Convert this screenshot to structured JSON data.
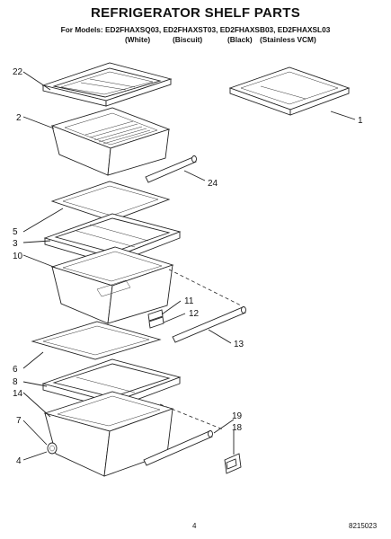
{
  "header": {
    "title": "REFRIGERATOR SHELF PARTS",
    "models_line": "For Models: ED2FHAXSQ03, ED2FHAXST03, ED2FHAXSB03, ED2FHAXSL03",
    "colors": [
      "(White)",
      "(Biscuit)",
      "(Black)",
      "(Stainless VCM)"
    ]
  },
  "callouts": {
    "c22": "22",
    "c2": "2",
    "c1": "1",
    "c24": "24",
    "c5": "5",
    "c3": "3",
    "c10": "10",
    "c11": "11",
    "c12": "12",
    "c13": "13",
    "c6": "6",
    "c8": "8",
    "c14": "14",
    "c7": "7",
    "c4": "4",
    "c19": "19",
    "c18": "18"
  },
  "footer": {
    "page_number": "4",
    "doc_number": "8215023"
  }
}
